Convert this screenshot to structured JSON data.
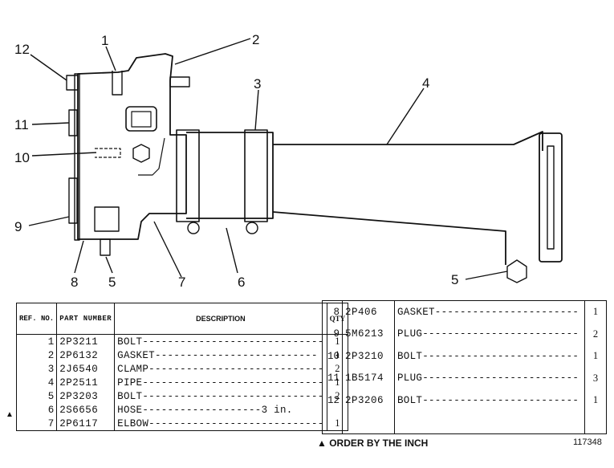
{
  "callouts": {
    "c1": "1",
    "c2": "2",
    "c3": "3",
    "c4": "4",
    "c5a": "5",
    "c5b": "5",
    "c6": "6",
    "c7": "7",
    "c8": "8",
    "c9": "9",
    "c10": "10",
    "c11": "11",
    "c12": "12"
  },
  "table": {
    "headers": {
      "ref": "REF. NO.",
      "part": "PART NUMBER",
      "desc": "DESCRIPTION",
      "qty": "QTY"
    },
    "left_rows": [
      {
        "ref": "1",
        "part": "2P3211",
        "desc": "BOLT-----------------------------",
        "qty": "1"
      },
      {
        "ref": "2",
        "part": "2P6132",
        "desc": "GASKET--------------------------",
        "qty": "1"
      },
      {
        "ref": "3",
        "part": "2J6540",
        "desc": "CLAMP----------------------------",
        "qty": "2"
      },
      {
        "ref": "4",
        "part": "2P2511",
        "desc": "PIPE-----------------------------",
        "qty": "1"
      },
      {
        "ref": "5",
        "part": "2P3203",
        "desc": "BOLT-----------------------------",
        "qty": "2"
      },
      {
        "ref": "6",
        "part": "2S6656",
        "desc": "HOSE-------------------3 in.",
        "qty": ""
      },
      {
        "ref": "7",
        "part": "2P6117",
        "desc": "ELBOW----------------------------",
        "qty": "1"
      }
    ],
    "right_rows": [
      {
        "ref": "8",
        "part": "2P406",
        "desc": "GASKET-----------------------",
        "qty": "1"
      },
      {
        "ref": "9",
        "part": "5M6213",
        "desc": "PLUG-------------------------",
        "qty": "2"
      },
      {
        "ref": "10",
        "part": "2P3210",
        "desc": "BOLT-------------------------",
        "qty": "1"
      },
      {
        "ref": "11",
        "part": "1B5174",
        "desc": "PLUG-------------------------",
        "qty": "3"
      },
      {
        "ref": "12",
        "part": "2P3206",
        "desc": "BOLT-------------------------",
        "qty": "1"
      }
    ],
    "note_mark": "▲"
  },
  "footnote": "▲ ORDER BY THE INCH",
  "drawing_number": "117348"
}
